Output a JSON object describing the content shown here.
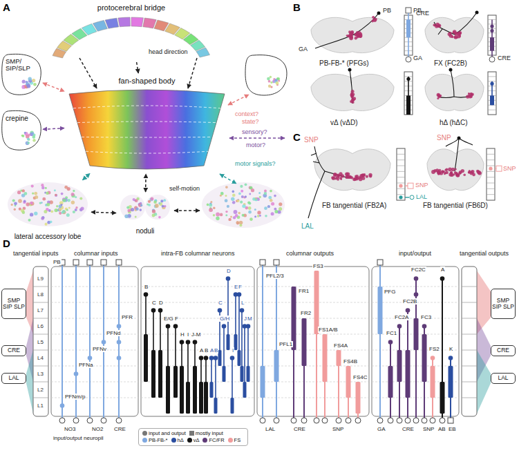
{
  "diagram": {
    "nodes": [
      {
        "text": [
          "protocerebral bridge"
        ]
      },
      {
        "text": [
          "fan-shaped body"
        ]
      },
      {
        "text": [
          "SMP/ SIP/SLP"
        ]
      },
      {
        "text": [
          "crepine"
        ]
      },
      {
        "text": [
          "lateral accessory lobe"
        ]
      },
      {
        "text": [
          "noduli"
        ]
      },
      {
        "text": [
          "SMP SIP SLP"
        ]
      },
      {
        "text": [
          "CRE"
        ]
      },
      {
        "text": [
          "LAL"
        ]
      },
      {
        "text": [
          "SMP SIP SLP"
        ]
      },
      {
        "text": [
          "CRE"
        ]
      },
      {
        "text": [
          "LAL"
        ]
      }
    ],
    "edges": [
      {
        "from": 0,
        "to": 1,
        "arrow": "to"
      },
      {
        "from": 2,
        "to": 1,
        "arrow": "both"
      },
      {
        "from": 3,
        "to": 1,
        "arrow": "both"
      },
      {
        "from": 4,
        "to": 1,
        "arrow": "both"
      },
      {
        "from": 5,
        "to": 1,
        "arrow": "both"
      },
      {
        "from": 4,
        "to": 5,
        "arrow": "both"
      }
    ],
    "labels": [
      "A",
      "B",
      "C",
      "D",
      "head direction",
      "context?",
      "state?",
      "sensory?",
      "motor?",
      "motor signals?",
      "self-motion",
      "PB",
      "GA",
      "PB-FB-* (PFGs)",
      "PB",
      "GA",
      "CRE",
      "FX (FC2B)",
      "CRE",
      "vΔ (vΔD)",
      "hΔ (hΔC)",
      "SNP",
      "LAL",
      "FB tangential (FB2A)",
      "SNP",
      "LAL",
      "SNP",
      "FB tangential (FB6D)",
      "SNP",
      "tangential inputs",
      "columnar inputs",
      "intra-FB columnar neurons",
      "columnar outputs",
      "input/output",
      "tangential outputs",
      "L9",
      "L8",
      "L7",
      "L6",
      "L5",
      "L4",
      "L3",
      "L2",
      "L1",
      "PB",
      "PFR",
      "PFNd",
      "PFNv",
      "PFNa",
      "PFNm/p",
      "NO3",
      "NO2",
      "CRE",
      "input/output neuropil",
      "B",
      "C",
      "D",
      "E/G",
      "F",
      "H",
      "I",
      "J-M",
      "A",
      "B",
      "A",
      "B",
      "C",
      "G/H",
      "D",
      "I",
      "E",
      "F",
      "L",
      "J",
      "M",
      "PFL2/3",
      "PFL1",
      "FR1",
      "FR2",
      "FS3",
      "FS1A/B",
      "FS4A",
      "FS4B",
      "FS4C",
      "LAL",
      "CRE",
      "SNP",
      "PFG",
      "FC1",
      "FC2A",
      "FC2B",
      "FC2C",
      "FC3",
      "FS2",
      "A",
      "K",
      "GA",
      "CRE",
      "SNP",
      "AB",
      "EB"
    ],
    "legend": [
      {
        "text": "input and output"
      },
      {
        "text": "mostly input"
      },
      {
        "text": "PB-FB-*",
        "color": "#7fa8e0"
      },
      {
        "text": "hΔ",
        "color": "#2b4ea0"
      },
      {
        "text": "vΔ",
        "color": "#151515"
      },
      {
        "text": "FC/FR",
        "color": "#5e3b77"
      },
      {
        "text": "FS",
        "color": "#f19c9c"
      }
    ]
  }
}
